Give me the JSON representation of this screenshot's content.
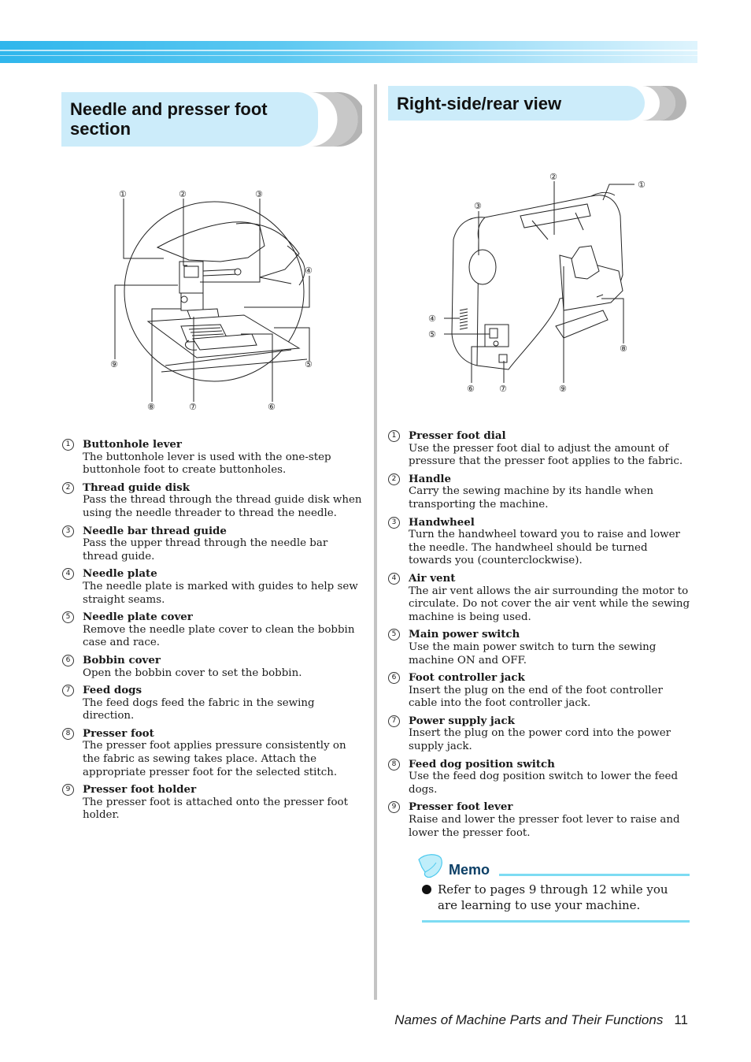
{
  "left_section": {
    "title": "Needle and presser foot section",
    "callouts": [
      "①",
      "②",
      "③",
      "④",
      "⑤",
      "⑥",
      "⑦",
      "⑧",
      "⑨"
    ],
    "parts": [
      {
        "num": "1",
        "name": "Buttonhole lever",
        "desc": "The buttonhole lever is used with the one-step buttonhole foot to create buttonholes."
      },
      {
        "num": "2",
        "name": "Thread guide disk",
        "desc": "Pass the thread through the thread guide disk when using the needle threader to thread the needle."
      },
      {
        "num": "3",
        "name": "Needle bar thread guide",
        "desc": "Pass the upper thread through the needle bar thread guide."
      },
      {
        "num": "4",
        "name": "Needle plate",
        "desc": "The needle plate is marked with guides to help sew straight seams."
      },
      {
        "num": "5",
        "name": "Needle plate cover",
        "desc": "Remove the needle plate cover to clean the bobbin case and race."
      },
      {
        "num": "6",
        "name": "Bobbin cover",
        "desc": "Open the bobbin cover to set the bobbin."
      },
      {
        "num": "7",
        "name": "Feed dogs",
        "desc": "The feed dogs feed the fabric in the sewing direction."
      },
      {
        "num": "8",
        "name": "Presser foot",
        "desc": "The presser foot applies pressure consistently on the fabric as sewing takes place. Attach the appropriate presser foot for the selected stitch."
      },
      {
        "num": "9",
        "name": "Presser foot holder",
        "desc": "The presser foot is attached onto the presser foot holder."
      }
    ]
  },
  "right_section": {
    "title": "Right-side/rear view",
    "callouts": [
      "①",
      "②",
      "③",
      "④",
      "⑤",
      "⑥",
      "⑦",
      "⑧",
      "⑨"
    ],
    "parts": [
      {
        "num": "1",
        "name": "Presser foot dial",
        "desc": "Use the presser foot dial to adjust the amount of pressure that the presser foot applies to the fabric."
      },
      {
        "num": "2",
        "name": "Handle",
        "desc": "Carry the sewing machine by its handle when transporting the machine."
      },
      {
        "num": "3",
        "name": "Handwheel",
        "desc": "Turn the handwheel toward you to raise and lower the needle. The handwheel should be turned towards you (counterclockwise)."
      },
      {
        "num": "4",
        "name": "Air vent",
        "desc": "The air vent allows the air surrounding the motor to circulate. Do not cover the air vent while the sewing machine is being used."
      },
      {
        "num": "5",
        "name": "Main power switch",
        "desc": "Use the main power switch to turn the sewing machine ON and OFF."
      },
      {
        "num": "6",
        "name": "Foot controller jack",
        "desc": "Insert the plug on the end of the foot controller cable into the foot controller jack."
      },
      {
        "num": "7",
        "name": "Power supply jack",
        "desc": "Insert the plug on the power cord into the power supply jack."
      },
      {
        "num": "8",
        "name": "Feed dog position switch",
        "desc": "Use the feed dog position switch to lower the feed dogs."
      },
      {
        "num": "9",
        "name": "Presser foot lever",
        "desc": "Raise and lower the presser foot lever to raise and lower the presser foot."
      }
    ]
  },
  "memo": {
    "title": "Memo",
    "text": "Refer to pages 9 through 12 while you are learning to use your machine."
  },
  "footer": {
    "title": "Names of Machine Parts and Their Functions",
    "page": "11"
  },
  "colors": {
    "band": "#2fb6ec",
    "heading_bg": "#ccecfa",
    "memo_line": "#7ddcf3",
    "memo_title": "#0c3f66"
  }
}
